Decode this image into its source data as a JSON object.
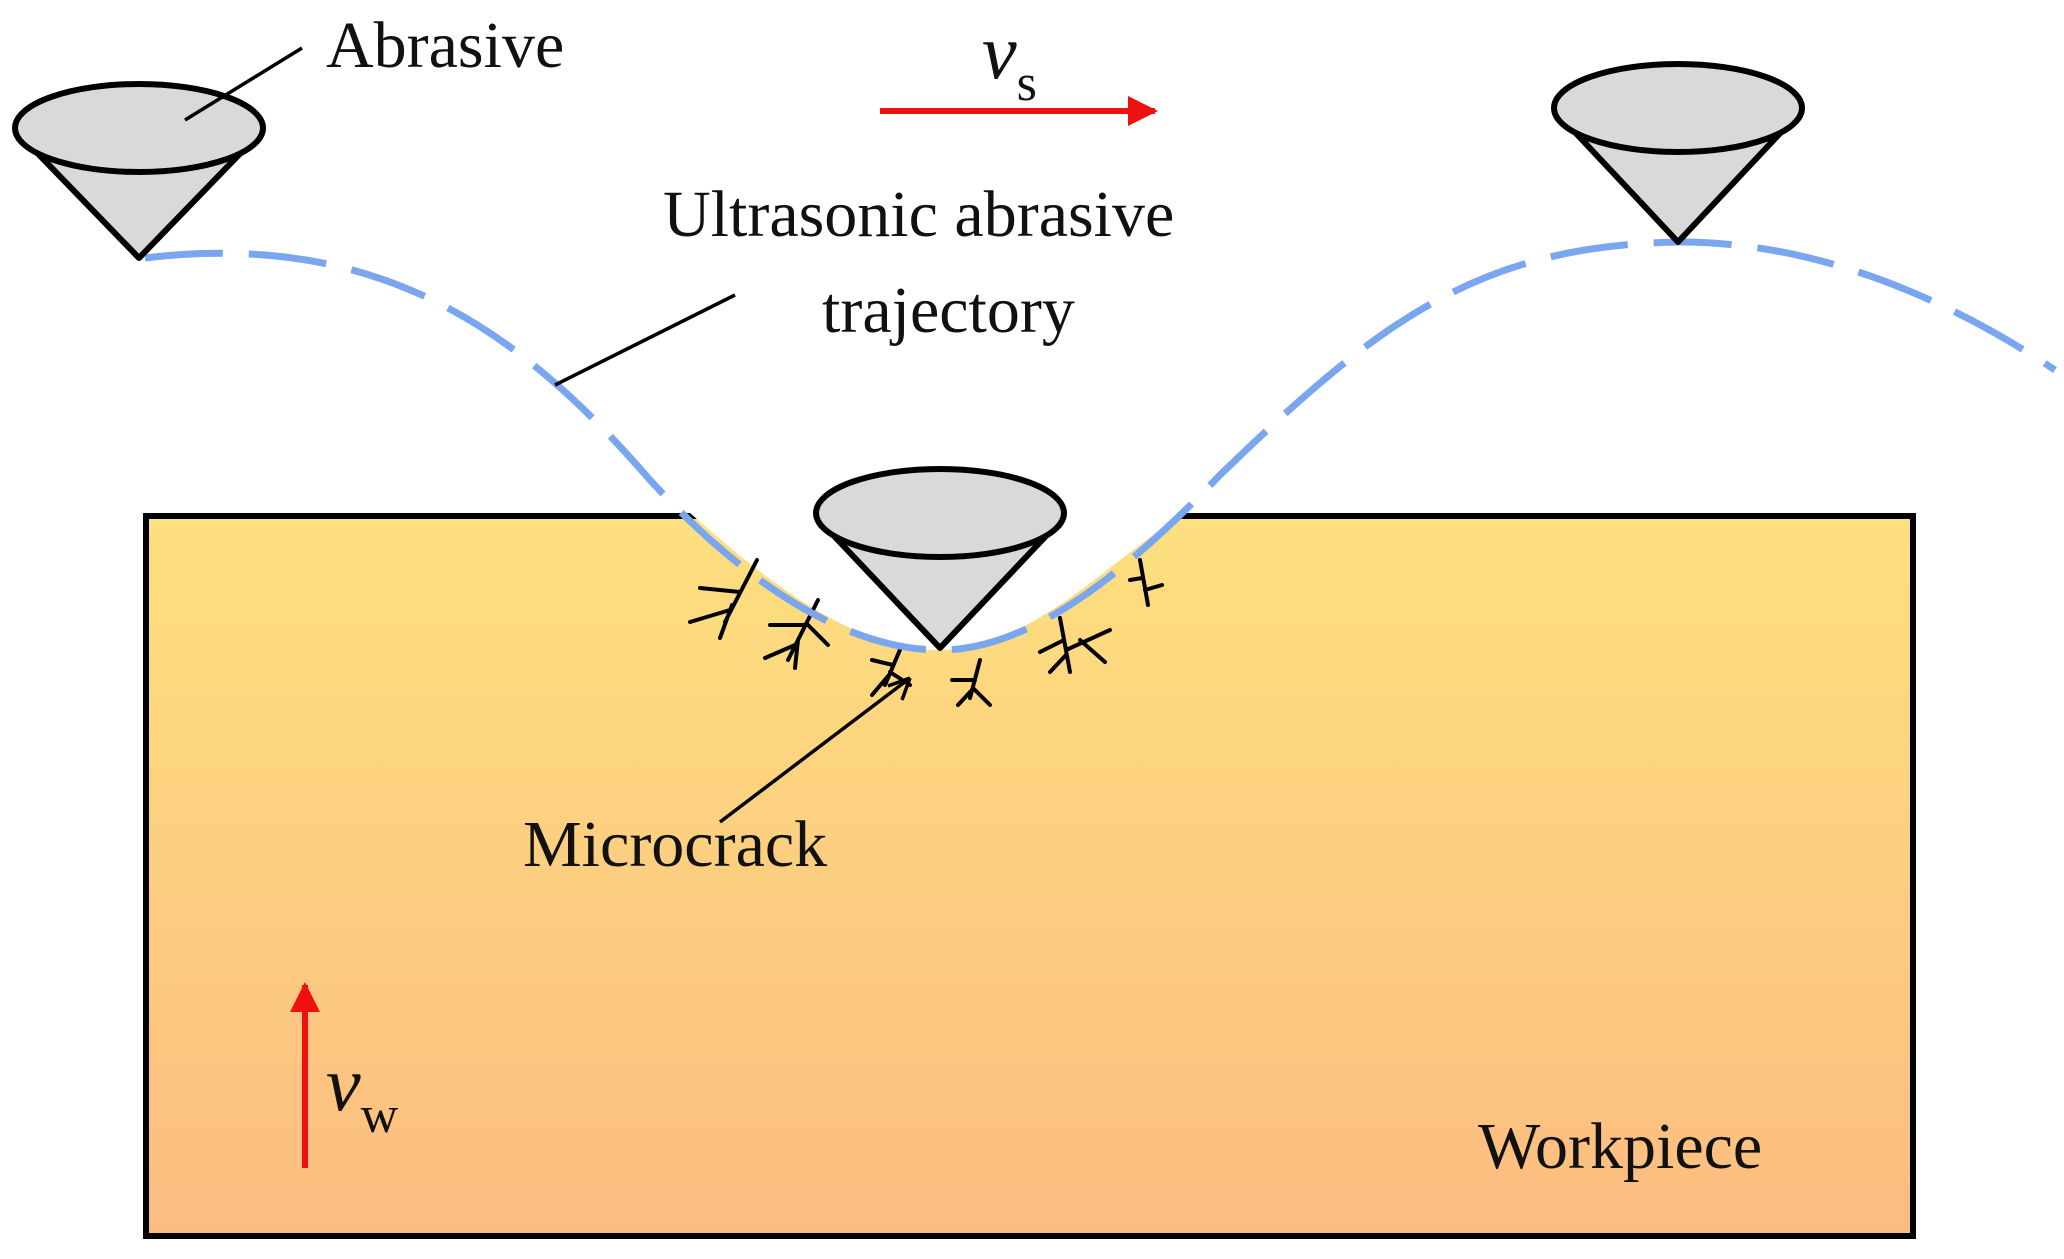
{
  "labels": {
    "abrasive": "Abrasive",
    "trajectory_line1": "Ultrasonic abrasive",
    "trajectory_line2": "trajectory",
    "microcrack": "Microcrack",
    "workpiece": "Workpiece"
  },
  "velocities": {
    "spindle": {
      "symbol": "v",
      "subscript": "s"
    },
    "workpiece": {
      "symbol": "v",
      "subscript": "w"
    }
  },
  "colors": {
    "workpiece_top": "#fde07f",
    "workpiece_bottom": "#fcbc80",
    "trajectory": "#7aa6f0",
    "velocity_arrow": "#ee1111",
    "abrasive_fill": "#d9d9d9",
    "outline": "#000000"
  }
}
